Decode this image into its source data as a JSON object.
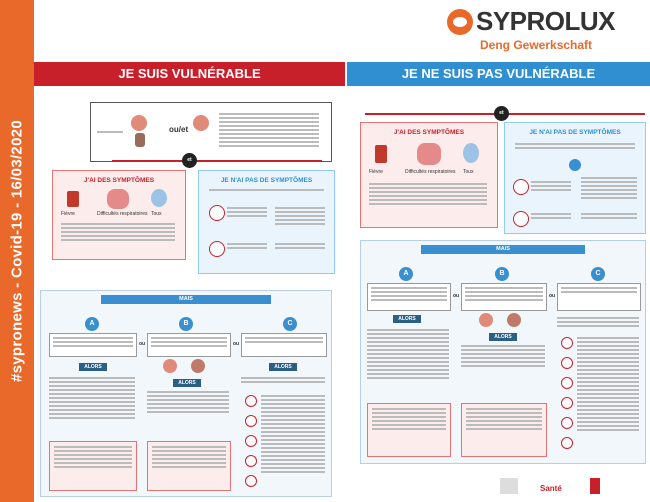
{
  "sidebar": {
    "text": "#sypronews - Covid-19 - 16/03/2020"
  },
  "logo": {
    "name": "SYPROLUX",
    "tagline": "Deng Gewerkschaft"
  },
  "left": {
    "header": "JE SUIS VULNÉRABLE",
    "objet_label": "ou/et",
    "et_badge": "et",
    "symptoms_title": "J'AI DES SYMPTÔMES",
    "symptoms_labels": [
      "Fièvre",
      "Difficultés respiratoires",
      "Toux"
    ],
    "no_symptoms_title": "JE N'AI PAS DE SYMPTÔMES",
    "mais": "MAIS",
    "cols": [
      "A",
      "B",
      "C"
    ],
    "ou": "ou",
    "alors": "ALORS"
  },
  "right": {
    "header": "JE NE SUIS PAS VULNÉRABLE",
    "et_badge": "et",
    "symptoms_title": "J'AI DES SYMPTÔMES",
    "symptoms_labels": [
      "Fièvre",
      "Difficultés respiratoires",
      "Toux"
    ],
    "no_symptoms_title": "JE N'AI PAS DE SYMPTÔMES",
    "mais": "MAIS",
    "cols": [
      "A",
      "B",
      "C"
    ],
    "ou": "ou",
    "alors": "ALORS"
  },
  "footer": {
    "sante": "Santé"
  },
  "colors": {
    "orange": "#e8692a",
    "red": "#c8202b",
    "blue": "#2f8fd1"
  }
}
